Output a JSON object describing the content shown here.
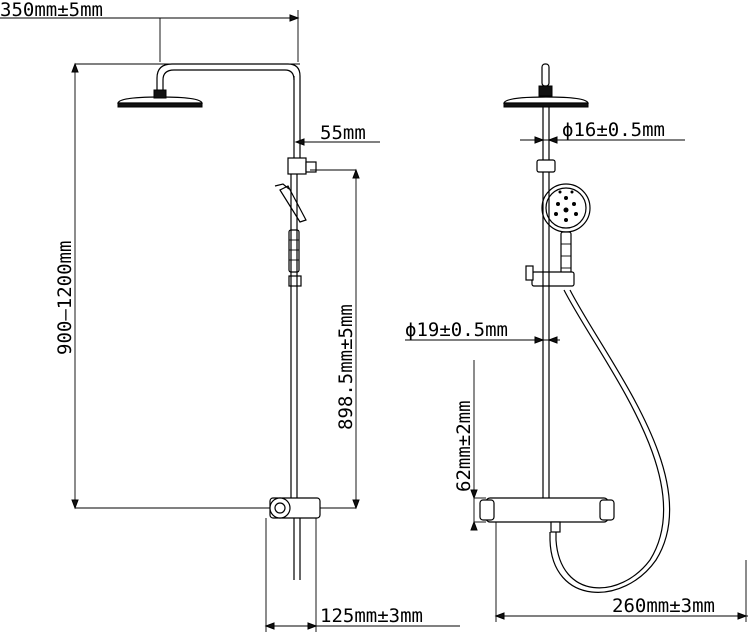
{
  "dimensions": {
    "overhead_arm": "350mm±5mm",
    "rail_offset": "55mm",
    "adjustable_height": "900–1200mm",
    "slide_bar_length": "898.5mm±5mm",
    "valve_depth": "125mm±3mm",
    "top_pipe_diameter": "ϕ16±0.5mm",
    "riser_diameter": "ϕ19±0.5mm",
    "valve_height": "62mm±2mm",
    "valve_width": "260mm±3mm"
  }
}
